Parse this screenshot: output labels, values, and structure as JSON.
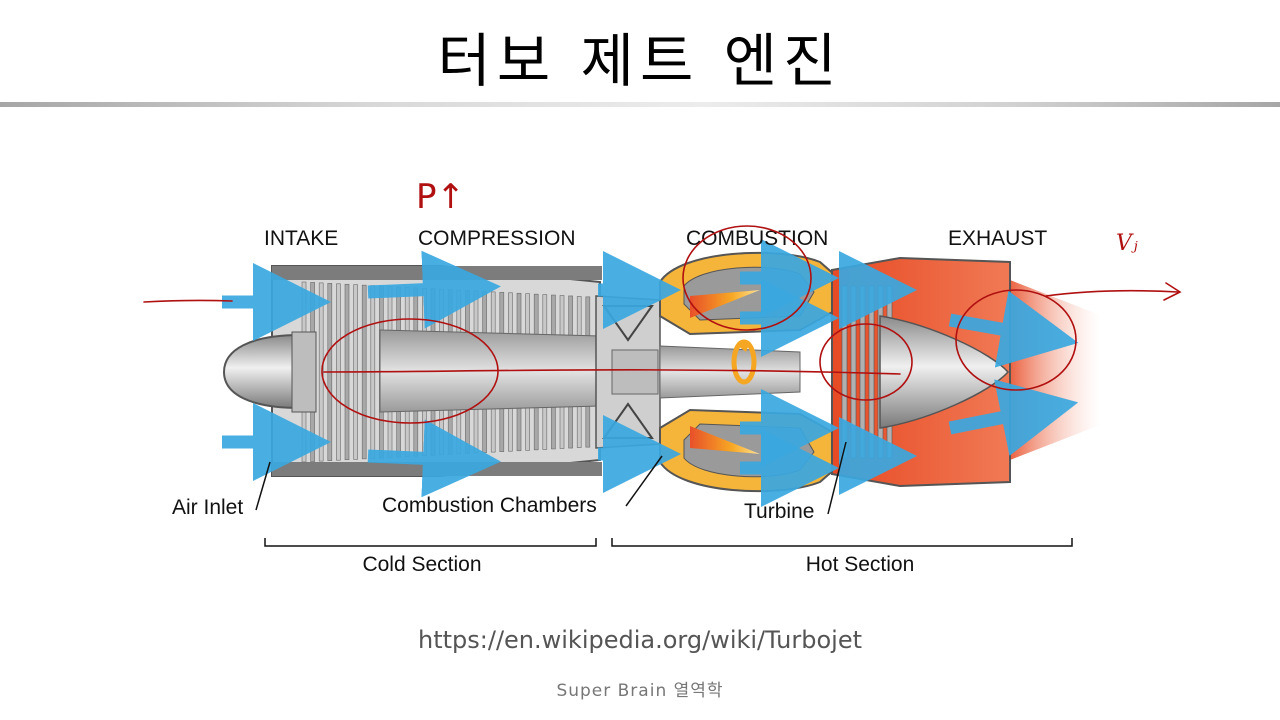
{
  "slide": {
    "title": "터보 제트 엔진",
    "source_url": "https://en.wikipedia.org/wiki/Turbojet",
    "footer": "Super Brain 열역학"
  },
  "diagram": {
    "stages": {
      "intake": "INTAKE",
      "compression": "COMPRESSION",
      "combustion": "COMBUSTION",
      "exhaust": "EXHAUST"
    },
    "parts": {
      "air_inlet": "Air Inlet",
      "combustion_chambers": "Combustion Chambers",
      "turbine": "Turbine"
    },
    "sections": {
      "cold": "Cold Section",
      "hot": "Hot Section"
    },
    "handwriting": {
      "pressure_note": "P↑",
      "velocity_note": "Vⱼ"
    },
    "colors": {
      "flow_arrow": "#3aa8e0",
      "casing": "#8d8d8d",
      "hot_casing": "#e8502a",
      "flame": "#f5a623",
      "pen": "#b01010"
    }
  }
}
